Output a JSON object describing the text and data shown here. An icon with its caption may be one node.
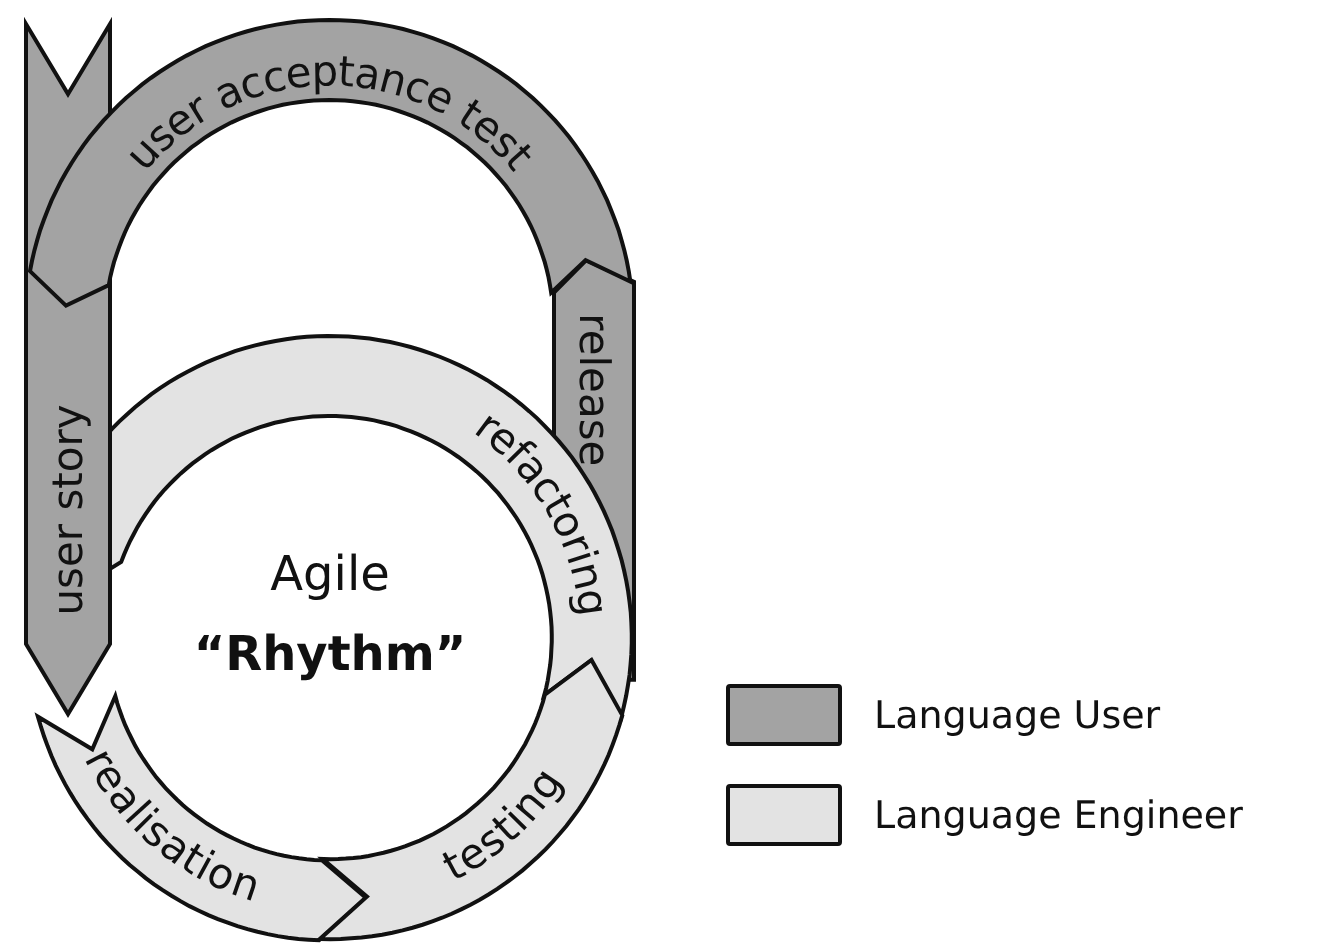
{
  "diagram": {
    "nodes": [
      {
        "text": [
          "user acceptance test"
        ]
      },
      {
        "text": [
          "user story"
        ]
      },
      {
        "text": [
          "release"
        ]
      },
      {
        "text": [
          "refactoring"
        ]
      },
      {
        "text": [
          "Agile",
          "“Rhythm”"
        ]
      },
      {
        "text": [
          "realisation"
        ]
      },
      {
        "text": [
          "testing"
        ]
      }
    ],
    "legend": [
      {
        "text": "Language User",
        "color": "#a3a3a3"
      },
      {
        "text": "Language Engineer",
        "color": "#e3e3e3"
      }
    ]
  }
}
